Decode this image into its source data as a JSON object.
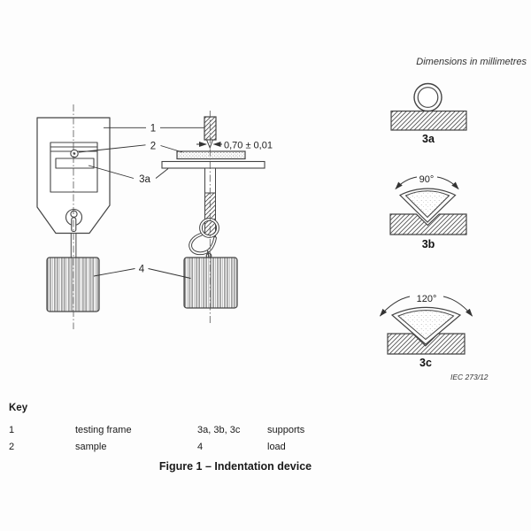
{
  "header": {
    "dimensions_note": "Dimensions in millimetres"
  },
  "device": {
    "label_frame": "1",
    "label_sample": "2",
    "label_support": "3a",
    "label_load": "4",
    "gap_dimension": "0,70 ± 0,01"
  },
  "details": {
    "d3a": {
      "label": "3a"
    },
    "d3b": {
      "label": "3b",
      "angle": "90°"
    },
    "d3c": {
      "label": "3c",
      "angle": "120°"
    }
  },
  "footer_ref": "IEC  273/12",
  "key": {
    "title": "Key",
    "rows": [
      {
        "ref": "1",
        "desc": "testing frame",
        "ref2": "3a, 3b, 3c",
        "desc2": "supports"
      },
      {
        "ref": "2",
        "desc": "sample",
        "ref2": "4",
        "desc2": "load"
      }
    ]
  },
  "caption": "Figure 1 – Indentation device"
}
